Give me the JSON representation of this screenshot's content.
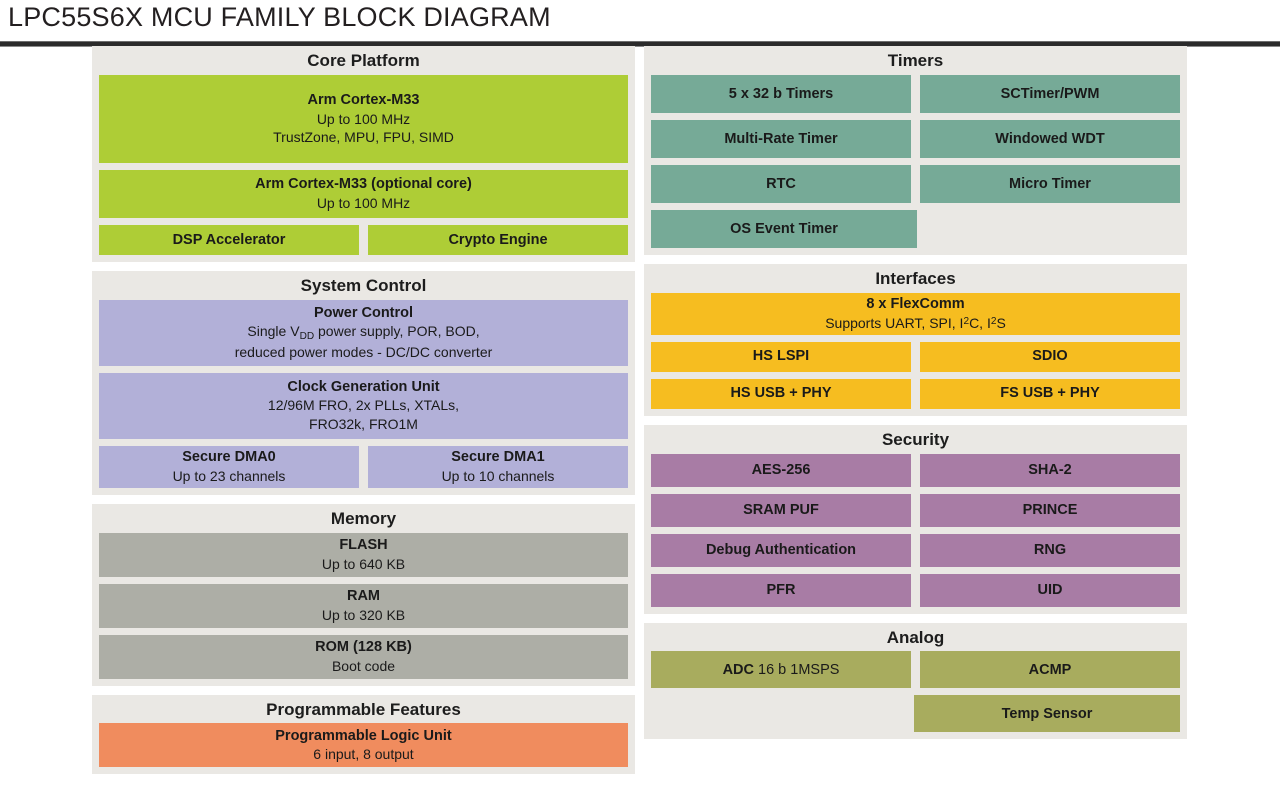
{
  "header": {
    "title": "LPC55S6X MCU FAMILY BLOCK DIAGRAM"
  },
  "palette": {
    "core": "#AECD36",
    "system_control": "#B2B0D8",
    "memory": "#ADAEA6",
    "programmable": "#F08C5E",
    "timers": "#76AA97",
    "interfaces": "#F6BD20",
    "security": "#A87CA5",
    "analog": "#A8AC5E",
    "panel_bg": "#EAE8E4",
    "page_bg": "#FFFFFF",
    "text": "#1A1A1A"
  },
  "left_column": [
    {
      "id": "core-platform",
      "title": "Core Platform",
      "color": "core",
      "rows": [
        {
          "blocks": [
            {
              "id": "arm-cortex-m33",
              "l1": "Arm Cortex-M33",
              "l2": "Up to 100  MHz",
              "l3": "TrustZone, MPU, FPU, SIMD"
            }
          ]
        },
        {
          "blocks": [
            {
              "id": "arm-cortex-m33-optional",
              "l1": "Arm Cortex-M33 (optional core)",
              "l2": "Up to 100 MHz"
            }
          ]
        },
        {
          "blocks": [
            {
              "id": "dsp-accelerator",
              "l1": "DSP Accelerator"
            },
            {
              "id": "crypto-engine",
              "l1": "Crypto Engine"
            }
          ]
        }
      ]
    },
    {
      "id": "system-control",
      "title": "System Control",
      "color": "system_control",
      "rows": [
        {
          "blocks": [
            {
              "id": "power-control",
              "l1": "Power Control",
              "l2": "Single VDD power supply, POR, BOD,",
              "l3": "reduced power modes - DC/DC converter"
            }
          ]
        },
        {
          "blocks": [
            {
              "id": "clock-generation-unit",
              "l1": "Clock Generation Unit",
              "l2": "12/96M FRO, 2x PLLs, XTALs,",
              "l3": "FRO32k, FRO1M"
            }
          ]
        },
        {
          "blocks": [
            {
              "id": "secure-dma0",
              "l1": "Secure DMA0",
              "l2": "Up to 23 channels"
            },
            {
              "id": "secure-dma1",
              "l1": "Secure DMA1",
              "l2": "Up to 10 channels"
            }
          ]
        }
      ]
    },
    {
      "id": "memory",
      "title": "Memory",
      "color": "memory",
      "rows": [
        {
          "blocks": [
            {
              "id": "flash",
              "l1": "FLASH",
              "l2": "Up to 640 KB"
            }
          ]
        },
        {
          "blocks": [
            {
              "id": "ram",
              "l1": "RAM",
              "l2": "Up to 320 KB"
            }
          ]
        },
        {
          "blocks": [
            {
              "id": "rom",
              "l1": "ROM (128 KB)",
              "l2": "Boot code"
            }
          ]
        }
      ]
    },
    {
      "id": "programmable-features",
      "title": "Programmable Features",
      "color": "programmable",
      "rows": [
        {
          "blocks": [
            {
              "id": "programmable-logic-unit",
              "l1": "Programmable Logic Unit",
              "l2": "6 input, 8 output"
            }
          ]
        }
      ]
    }
  ],
  "right_column": [
    {
      "id": "timers",
      "title": "Timers",
      "color": "timers",
      "rows": [
        {
          "blocks": [
            {
              "id": "5x32b-timers",
              "l1": "5 x 32 b Timers"
            },
            {
              "id": "sctimer-pwm",
              "l1": "SCTimer/PWM"
            }
          ]
        },
        {
          "blocks": [
            {
              "id": "multi-rate-timer",
              "l1": "Multi-Rate Timer"
            },
            {
              "id": "windowed-wdt",
              "l1": "Windowed WDT"
            }
          ]
        },
        {
          "blocks": [
            {
              "id": "rtc",
              "l1": "RTC"
            },
            {
              "id": "micro-timer",
              "l1": "Micro Timer"
            }
          ]
        },
        {
          "blocks": [
            {
              "id": "os-event-timer",
              "l1": "OS Event Timer"
            },
            {
              "id": "timers-spacer",
              "l1": "",
              "empty": true
            }
          ]
        }
      ]
    },
    {
      "id": "interfaces",
      "title": "Interfaces",
      "color": "interfaces",
      "rows": [
        {
          "blocks": [
            {
              "id": "flexcomm",
              "l1": "8 x FlexComm",
              "l2": "Supports UART, SPI, I2C, I2S"
            }
          ]
        },
        {
          "blocks": [
            {
              "id": "hs-lspi",
              "l1": "HS LSPI"
            },
            {
              "id": "sdio",
              "l1": "SDIO"
            }
          ]
        },
        {
          "blocks": [
            {
              "id": "hs-usb-phy",
              "l1": "HS USB + PHY"
            },
            {
              "id": "fs-usb-phy",
              "l1": "FS USB + PHY"
            }
          ]
        }
      ]
    },
    {
      "id": "security",
      "title": "Security",
      "color": "security",
      "rows": [
        {
          "blocks": [
            {
              "id": "aes-256",
              "l1": "AES-256"
            },
            {
              "id": "sha-2",
              "l1": "SHA-2"
            }
          ]
        },
        {
          "blocks": [
            {
              "id": "sram-puf",
              "l1": "SRAM PUF"
            },
            {
              "id": "prince",
              "l1": "PRINCE"
            }
          ]
        },
        {
          "blocks": [
            {
              "id": "debug-authentication",
              "l1": "Debug Authentication"
            },
            {
              "id": "rng",
              "l1": "RNG"
            }
          ]
        },
        {
          "blocks": [
            {
              "id": "pfr",
              "l1": "PFR"
            },
            {
              "id": "uid",
              "l1": "UID"
            }
          ]
        }
      ]
    },
    {
      "id": "analog",
      "title": "Analog",
      "color": "analog",
      "rows": [
        {
          "blocks": [
            {
              "id": "adc",
              "l1": "ADC 16 b 1MSPS"
            },
            {
              "id": "acmp",
              "l1": "ACMP"
            }
          ]
        },
        {
          "blocks": [
            {
              "id": "analog-spacer",
              "l1": "",
              "empty": true
            },
            {
              "id": "temp-sensor",
              "l1": "Temp Sensor"
            }
          ]
        }
      ]
    }
  ]
}
